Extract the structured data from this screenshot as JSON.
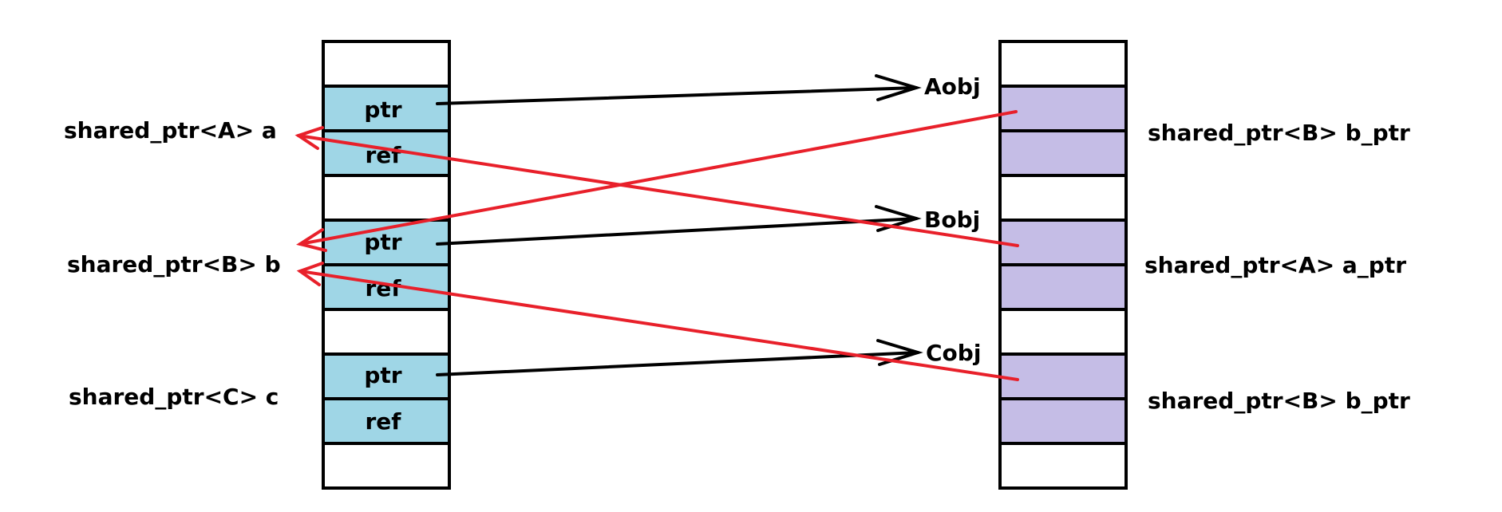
{
  "colors": {
    "stack_cell": "#9fd6e6",
    "heap_cell": "#c5bde6",
    "empty_cell": "#ffffff",
    "border": "#000000",
    "owner_arrow": "#000000",
    "member_arrow": "#e8202a"
  },
  "stack": {
    "variables": [
      {
        "name": "shared_ptr<A> a",
        "ptr_label": "ptr",
        "ref_label": "ref"
      },
      {
        "name": "shared_ptr<B> b",
        "ptr_label": "ptr",
        "ref_label": "ref"
      },
      {
        "name": "shared_ptr<C> c",
        "ptr_label": "ptr",
        "ref_label": "ref"
      }
    ]
  },
  "heap": {
    "objects": [
      {
        "name": "Aobj",
        "member": "shared_ptr<B> b_ptr"
      },
      {
        "name": "Bobj",
        "member": "shared_ptr<A> a_ptr"
      },
      {
        "name": "Cobj",
        "member": "shared_ptr<B> b_ptr"
      }
    ]
  },
  "links": {
    "owner": [
      {
        "from": "a.ptr",
        "to": "Aobj"
      },
      {
        "from": "b.ptr",
        "to": "Bobj"
      },
      {
        "from": "c.ptr",
        "to": "Cobj"
      }
    ],
    "member": [
      {
        "from": "Aobj.b_ptr",
        "to": "b"
      },
      {
        "from": "Bobj.a_ptr",
        "to": "a"
      },
      {
        "from": "Cobj.b_ptr",
        "to": "b"
      }
    ]
  }
}
